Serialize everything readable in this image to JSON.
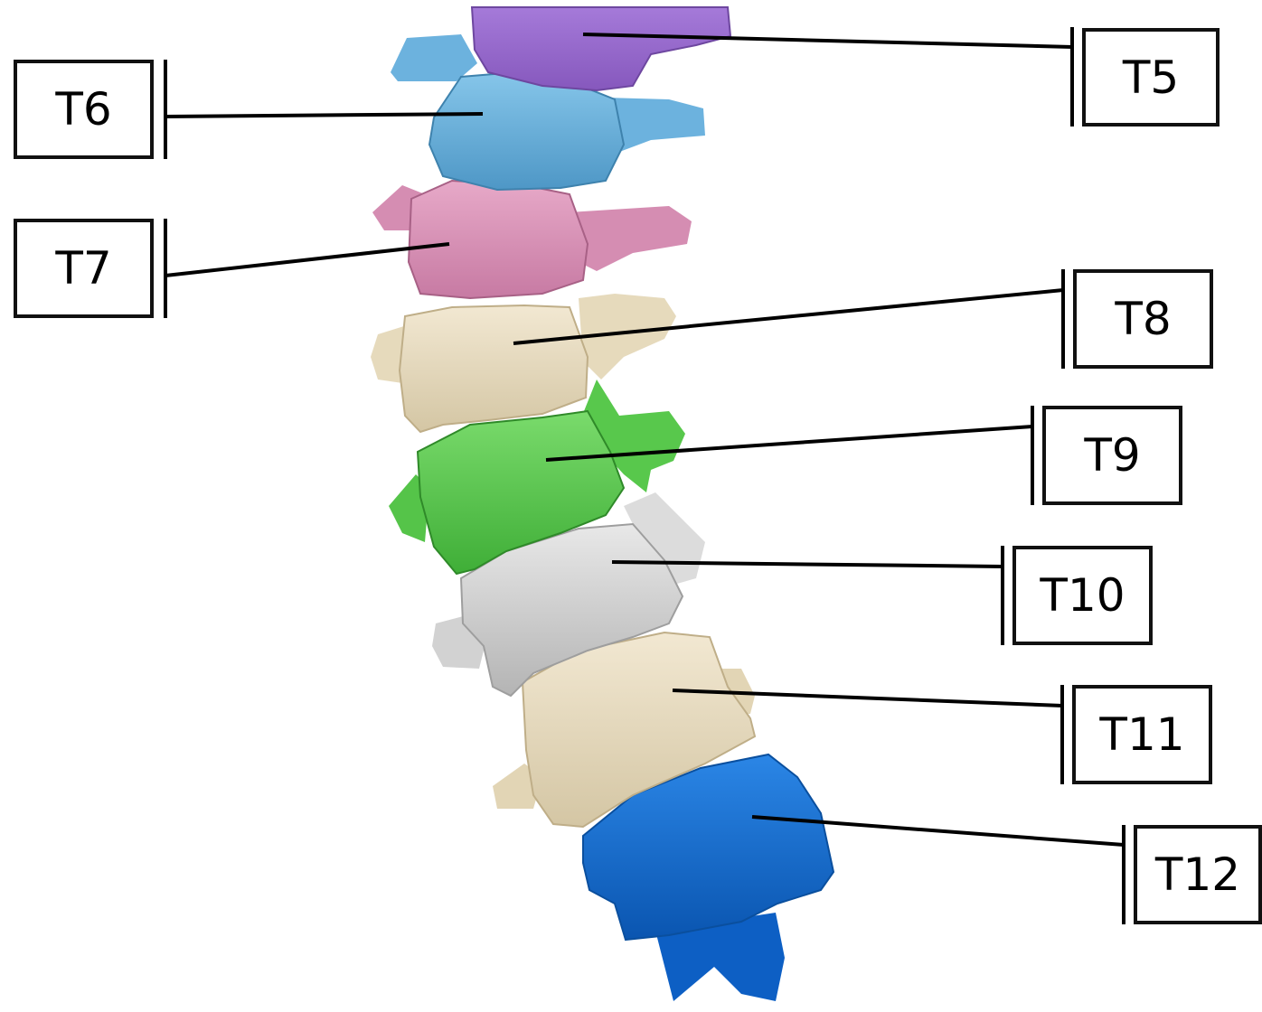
{
  "diagram": {
    "labels": [
      {
        "id": "t5",
        "text": "T5",
        "color": "#9a6fd0"
      },
      {
        "id": "t6",
        "text": "T6",
        "color": "#70b7e1"
      },
      {
        "id": "t7",
        "text": "T7",
        "color": "#dd96bb"
      },
      {
        "id": "t8",
        "text": "T8",
        "color": "#ebdfc4"
      },
      {
        "id": "t9",
        "text": "T9",
        "color": "#62cc55"
      },
      {
        "id": "t10",
        "text": "T10",
        "color": "#d7d7d7"
      },
      {
        "id": "t11",
        "text": "T11",
        "color": "#ebdfc4"
      },
      {
        "id": "t12",
        "text": "T12",
        "color": "#1470d6"
      }
    ]
  }
}
